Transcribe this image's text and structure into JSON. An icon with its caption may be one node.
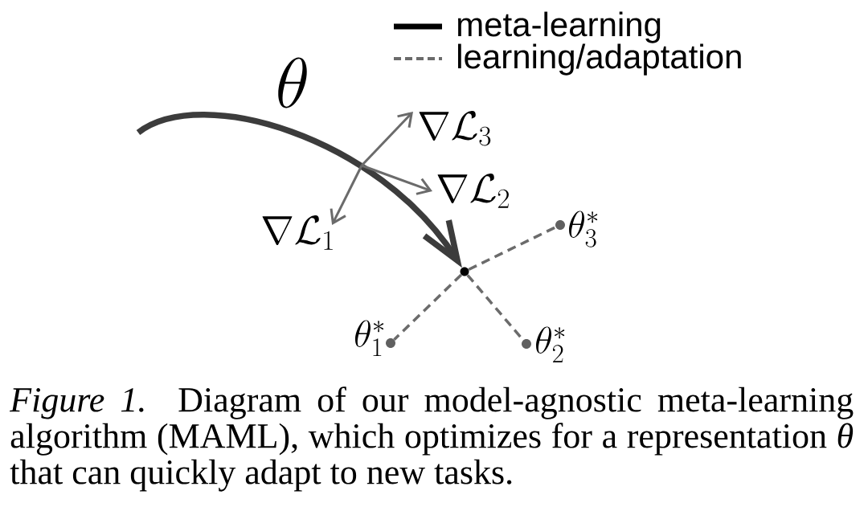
{
  "diagram": {
    "caption": "*Figure 1.* Diagram of our model-agnostic meta-learning algorithm (MAML), which optimizes for a representation *θ* that can quickly adapt to new tasks.",
    "nodes": [
      {
        "text": [
          "\\nabla\\mathcal{L}_3"
        ]
      },
      {
        "text": [
          "\\nabla\\mathcal{L}_2"
        ]
      },
      {
        "text": [
          "\\nabla\\mathcal{L}_1"
        ]
      },
      {
        "text": [],
        "shape": "circle"
      },
      {
        "text": [],
        "shape": "circle",
        "beside": [
          "\\theta^*_3"
        ]
      },
      {
        "text": [],
        "shape": "circle",
        "beside": [
          "\\theta^*_1"
        ]
      },
      {
        "text": [],
        "shape": "circle",
        "beside": [
          "\\theta^*_2"
        ]
      }
    ],
    "edges": [
      {
        "from": null,
        "to": 3,
        "arrow": "to",
        "style": "thick",
        "color": "#3c3c3c",
        "label": "\\theta"
      },
      {
        "from": null,
        "to": 0,
        "arrow": "to"
      },
      {
        "from": null,
        "to": 1,
        "arrow": "to"
      },
      {
        "from": null,
        "to": 2,
        "arrow": "to"
      },
      {
        "from": 3,
        "to": 4,
        "arrow": "none",
        "style": "dashed"
      },
      {
        "from": 3,
        "to": 5,
        "arrow": "none",
        "style": "dashed"
      },
      {
        "from": 3,
        "to": 6,
        "arrow": "none",
        "style": "dashed"
      }
    ],
    "legend": [
      {
        "text": "meta-learning"
      },
      {
        "text": "learning/adaptation"
      }
    ]
  }
}
